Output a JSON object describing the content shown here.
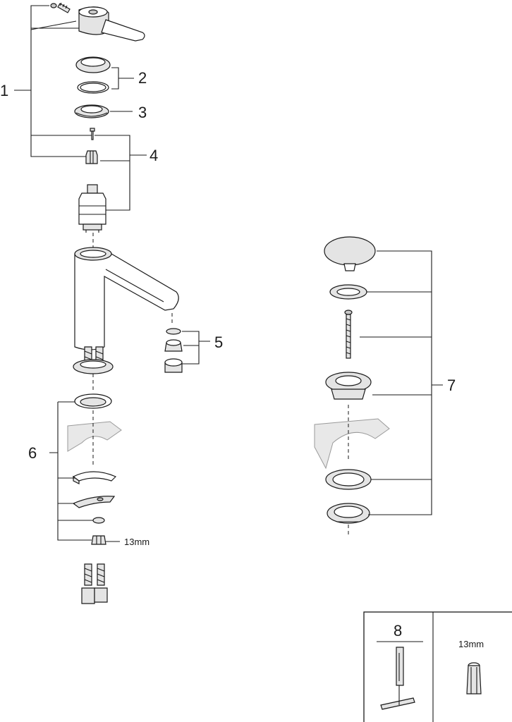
{
  "callouts": {
    "c1": "1",
    "c2": "2",
    "c3": "3",
    "c4": "4",
    "c5": "5",
    "c6": "6",
    "c7": "7",
    "c8": "8"
  },
  "labels": {
    "nut_size": "13mm",
    "tool_size": "13mm"
  }
}
